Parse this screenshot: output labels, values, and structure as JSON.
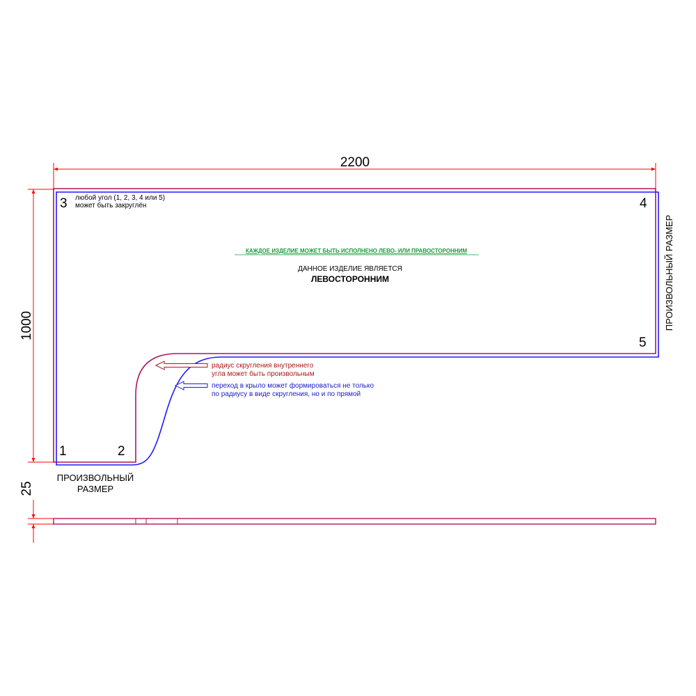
{
  "dimensions": {
    "width_label": "2200",
    "height_label": "1000",
    "thickness_label": "25"
  },
  "corners": [
    "1",
    "2",
    "3",
    "4",
    "5"
  ],
  "notes": {
    "any_corner_line1": "любой угол (1, 2, 3, 4 или 5)",
    "any_corner_line2": "может быть закруглён",
    "every_product": "КАЖДОЕ ИЗДЕЛИЕ МОЖЕТ БЫТЬ ИСПОЛНЕНО ЛЕВО- ИЛИ ПРАВОСТОРОННИМ",
    "this_product": "ДАННОЕ ИЗДЕЛИЕ ЯВЛЯЕТСЯ",
    "left_handed": "ЛЕВОСТОРОННИМ",
    "radius_line1": "радиус скругления внутреннего",
    "radius_line2": "угла может быть произвольным",
    "transition_line1": "переход в крыло может формироваться не только",
    "transition_line2": "по радиусу в виде скругления, но и по прямой",
    "arbitrary_size_line1": "ПРОИЗВОЛЬНЫЙ",
    "arbitrary_size_line2": "РАЗМЕР",
    "arbitrary_size_vertical": "ПРОИЗВОЛЬНЫЙ РАЗМЕР"
  },
  "colors": {
    "dimension": "#ff0000",
    "outline_radius": "#b0155a",
    "outline_straight": "#1a1aff",
    "green_note": "#1a9a3a",
    "radius_note": "#b01515",
    "transition_note": "#1a1acc",
    "text": "#000000"
  }
}
